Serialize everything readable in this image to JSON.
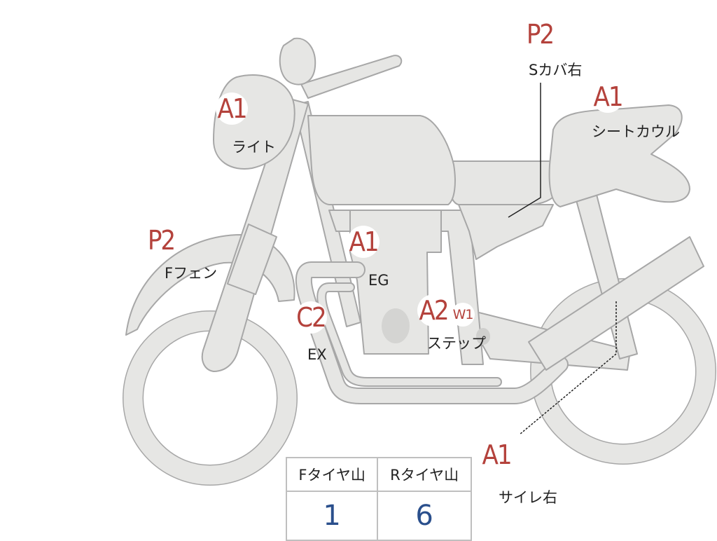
{
  "colors": {
    "body": "#e6e6e4",
    "outline": "#a7a7a7",
    "grade_text": "#b4423c",
    "value_text": "#2a4f8c"
  },
  "labels": {
    "light": {
      "grade": "A1",
      "part": "ライト"
    },
    "seat_cover": {
      "grade": "P2",
      "part": "Sカバ右"
    },
    "seat_cowl": {
      "grade": "A1",
      "part": "シートカウル"
    },
    "f_fender": {
      "grade": "P2",
      "part": "Fフェン"
    },
    "engine": {
      "grade": "A1",
      "part": "EG"
    },
    "exhaust": {
      "grade": "C2",
      "part": "EX"
    },
    "step": {
      "grade": "A2",
      "extra": "W1",
      "part": "ステップ"
    },
    "silencer": {
      "grade": "A1",
      "part": "サイレ右"
    }
  },
  "tire_table": {
    "front_header": "Fタイヤ山",
    "rear_header": "Rタイヤ山",
    "front_value": "1",
    "rear_value": "6"
  }
}
